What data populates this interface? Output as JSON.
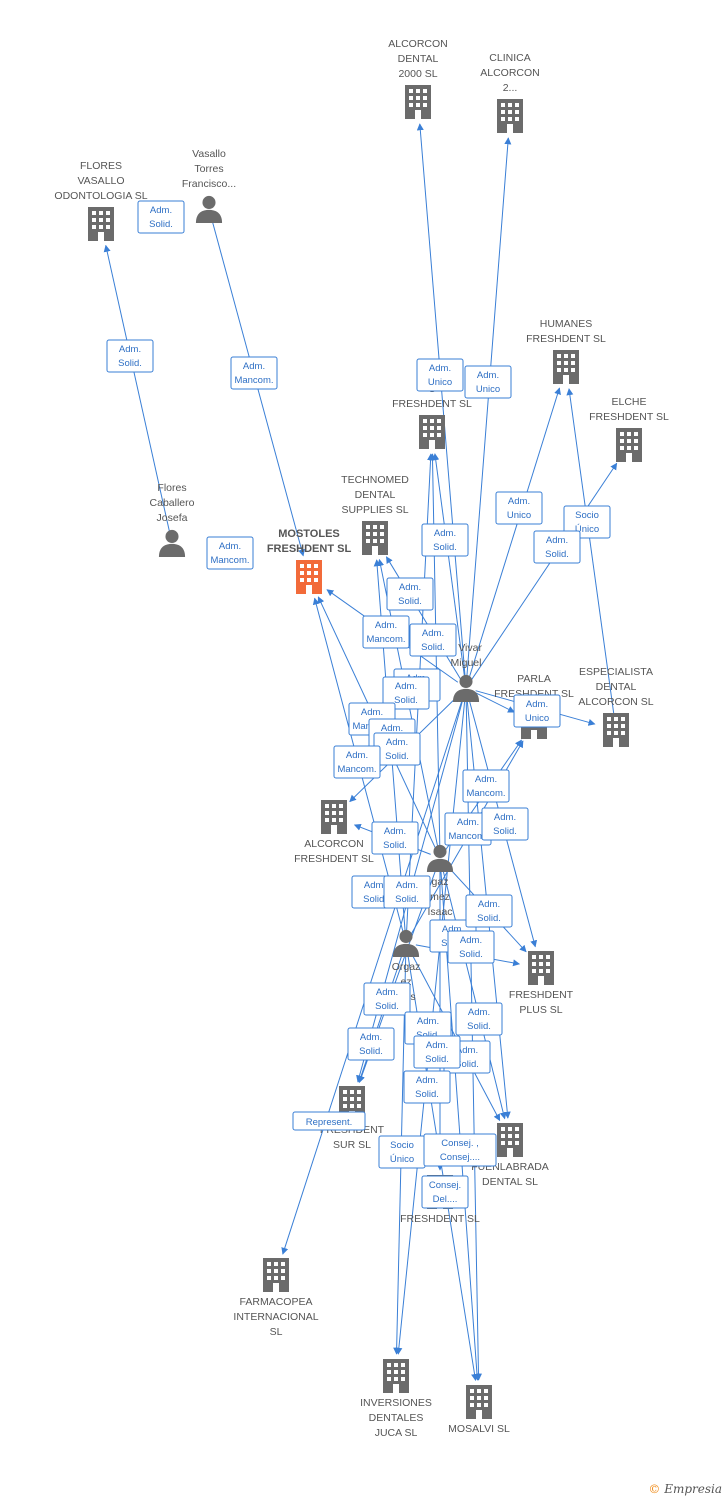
{
  "colors": {
    "building": "#6b6b6b",
    "main_building": "#f26b3a",
    "person": "#6b6b6b",
    "edge": "#3a7fd6"
  },
  "nodes": [
    {
      "id": "alcorcon2000",
      "type": "building",
      "lines": [
        "ALCORCON",
        "DENTAL",
        "2000  SL"
      ]
    },
    {
      "id": "clinica",
      "type": "building",
      "lines": [
        "CLINICA",
        "ALCORCON",
        "2..."
      ]
    },
    {
      "id": "flores_vasallo",
      "type": "building",
      "lines": [
        "FLORES",
        "VASALLO",
        "ODONTOLOGIA SL"
      ]
    },
    {
      "id": "vasallo",
      "type": "person",
      "lines": [
        "Vasallo",
        "Torres",
        "Francisco..."
      ]
    },
    {
      "id": "humanes",
      "type": "building",
      "lines": [
        "HUMANES",
        "FRESHDENT SL"
      ]
    },
    {
      "id": "g_freshdent",
      "type": "building",
      "lines": [
        "G",
        "FRESHDENT SL"
      ]
    },
    {
      "id": "elche",
      "type": "building",
      "lines": [
        "ELCHE",
        "FRESHDENT  SL"
      ]
    },
    {
      "id": "flores_josefa",
      "type": "person",
      "lines": [
        "Flores",
        "Caballero",
        "Josefa"
      ]
    },
    {
      "id": "technomed",
      "type": "building",
      "lines": [
        "TECHNOMED",
        "DENTAL",
        "SUPPLIES SL"
      ]
    },
    {
      "id": "mostoles",
      "type": "main",
      "lines": [
        "MOSTOLES",
        "FRESHDENT SL"
      ]
    },
    {
      "id": "vivar",
      "type": "person",
      "lines": [
        "z Vivar",
        "Miguel"
      ]
    },
    {
      "id": "parla",
      "type": "building",
      "lines": [
        "PARLA",
        "FRESHDENT SL"
      ]
    },
    {
      "id": "especialista",
      "type": "building",
      "lines": [
        "ESPECIALISTA",
        "DENTAL",
        "ALCORCON SL"
      ]
    },
    {
      "id": "alcorcon_fresh",
      "type": "building",
      "lines": [
        "ALCORCON",
        "FRESHDENT SL"
      ]
    },
    {
      "id": "isaac",
      "type": "person",
      "lines": [
        "gaz",
        "mez",
        "Isaac"
      ]
    },
    {
      "id": "luis",
      "type": "person",
      "lines": [
        "Orgaz",
        "ez",
        "Luis"
      ]
    },
    {
      "id": "freshdent_plus",
      "type": "building",
      "lines": [
        "FRESHDENT",
        "PLUS SL"
      ]
    },
    {
      "id": "freshdent_sur",
      "type": "building",
      "lines": [
        "FRESHDENT",
        "SUR SL"
      ]
    },
    {
      "id": "fuenlabrada",
      "type": "building",
      "lines": [
        "FUENLABRADA",
        "DENTAL SL"
      ]
    },
    {
      "id": "freshdent_sl",
      "type": "building",
      "lines": [
        "FRESHDENT SL"
      ]
    },
    {
      "id": "farmacopea",
      "type": "building",
      "lines": [
        "FARMACOPEA",
        "INTERNACIONAL",
        "SL"
      ]
    },
    {
      "id": "inversiones",
      "type": "building",
      "lines": [
        "INVERSIONES",
        "DENTALES",
        "JUCA SL"
      ]
    },
    {
      "id": "mosalvi",
      "type": "building",
      "lines": [
        "MOSALVI SL"
      ]
    }
  ],
  "relations": [
    {
      "lines": [
        "Adm.",
        "Solid."
      ]
    },
    {
      "lines": [
        "Adm.",
        "Solid."
      ]
    },
    {
      "lines": [
        "Adm.",
        "Mancom."
      ]
    },
    {
      "lines": [
        "Adm.",
        "Mancom."
      ]
    },
    {
      "lines": [
        "Adm.",
        "Unico"
      ]
    },
    {
      "lines": [
        "Adm.",
        "Unico"
      ]
    },
    {
      "lines": [
        "Adm.",
        "Unico"
      ]
    },
    {
      "lines": [
        "Socio",
        "Único"
      ]
    },
    {
      "lines": [
        "Adm.",
        "Solid."
      ]
    },
    {
      "lines": [
        "Adm.",
        "Solid."
      ]
    },
    {
      "lines": [
        "Adm.",
        "Solid."
      ]
    },
    {
      "lines": [
        "Adm.",
        "Mancom."
      ]
    },
    {
      "lines": [
        "Adm.",
        "Solid."
      ]
    },
    {
      "lines": [
        "Adm.",
        "Solid."
      ]
    },
    {
      "lines": [
        "Adm.",
        "Unico"
      ]
    },
    {
      "lines": [
        "Adm.",
        "Solid."
      ]
    },
    {
      "lines": [
        "Adm.",
        "Mancom."
      ]
    },
    {
      "lines": [
        "Adm.",
        "Solid."
      ]
    },
    {
      "lines": [
        "Adm.",
        "Solid."
      ]
    },
    {
      "lines": [
        "Adm.",
        "Mancom."
      ]
    },
    {
      "lines": [
        "Adm.",
        "Mancom."
      ]
    },
    {
      "lines": [
        "Adm.",
        "Mancom."
      ]
    },
    {
      "lines": [
        "Adm.",
        "Solid."
      ]
    },
    {
      "lines": [
        "Adm.",
        "Solid."
      ]
    },
    {
      "lines": [
        "Adm.",
        "Solid."
      ]
    },
    {
      "lines": [
        "Adm.",
        "Solid."
      ]
    },
    {
      "lines": [
        "Adm.",
        "Solid."
      ]
    },
    {
      "lines": [
        "Adm.",
        "Solid."
      ]
    },
    {
      "lines": [
        "Adm.",
        "Solid."
      ]
    },
    {
      "lines": [
        "Adm.",
        "Solid."
      ]
    },
    {
      "lines": [
        "Adm.",
        "Solid."
      ]
    },
    {
      "lines": [
        "Adm.",
        "Solid."
      ]
    },
    {
      "lines": [
        "Adm.",
        "Solid."
      ]
    },
    {
      "lines": [
        "Adm.",
        "Solid."
      ]
    },
    {
      "lines": [
        "Adm.",
        "Solid."
      ]
    },
    {
      "lines": [
        "Adm.",
        "Solid."
      ]
    },
    {
      "lines": [
        "Represent."
      ]
    },
    {
      "lines": [
        "Socio",
        "Único"
      ]
    },
    {
      "lines": [
        "Consej. ,",
        "Consej...."
      ]
    },
    {
      "lines": [
        "Consej.",
        "Del...."
      ]
    }
  ],
  "watermark": {
    "symbol": "©",
    "brand": "Empresia"
  }
}
